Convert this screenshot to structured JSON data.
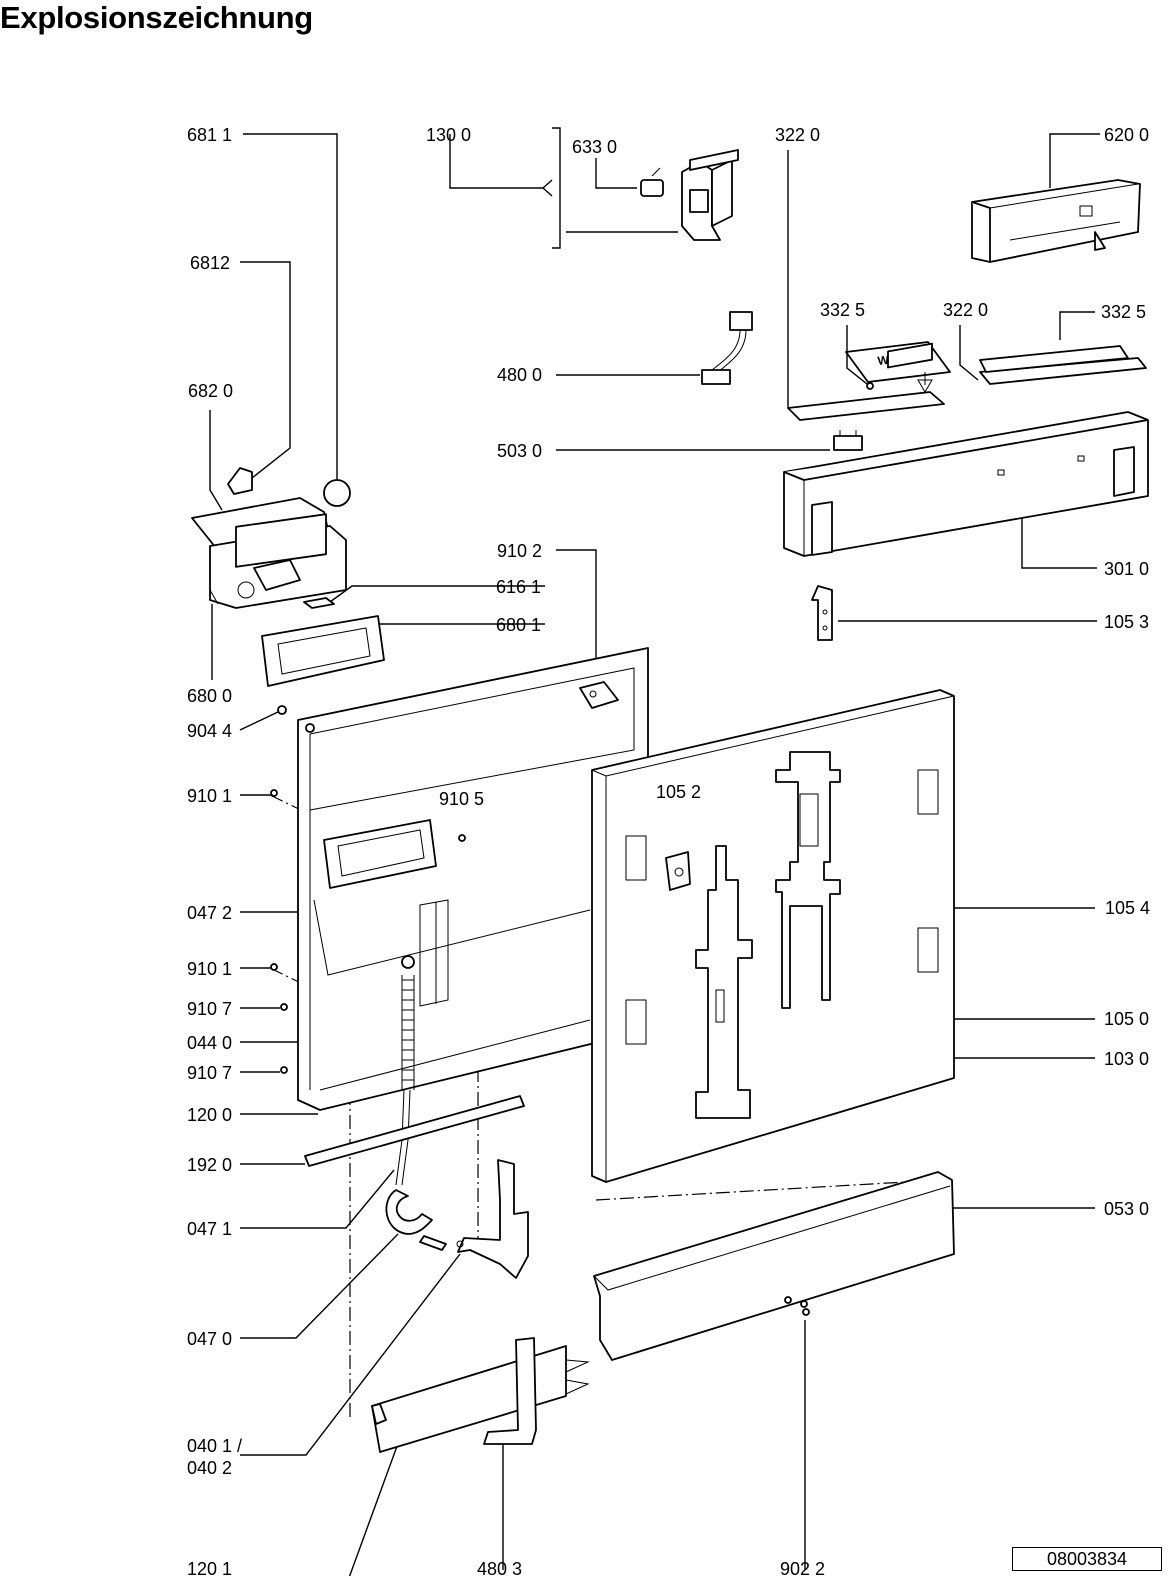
{
  "title": "Explosionszeichnung",
  "doc_code": "08003834",
  "brand_mark": "Whirlpool",
  "labels": {
    "l6811": "681 1",
    "l1300": "130 0",
    "l6330": "633 0",
    "l3220a": "322 0",
    "l6200": "620 0",
    "l6812": "6812",
    "l3325a": "332 5",
    "l3220b": "322  0",
    "l3325b": "332  5",
    "l6820": "682 0",
    "l4800": "480 0",
    "l5030": "503  0",
    "l9102": "910 2",
    "l6161": "616 1",
    "l3010": "301 0",
    "l6801": "680 1",
    "l1053": "105 3",
    "l6800": "680 0",
    "l9044": "904 4",
    "l9101a": "910 1",
    "l9105": "910 5",
    "l1052": "105 2",
    "l0472": "047 2",
    "l1054": "105 4",
    "l9101b": "910 1",
    "l9107a": "910 7",
    "l0440": "044 0",
    "l1050": "105 0",
    "l9107b": "910 7",
    "l1030": "103 0",
    "l1200": "120 0",
    "l1920": "192 0",
    "l0471": "047 1",
    "l0530": "053 0",
    "l0470": "047 0",
    "l0401": "040 1 /",
    "l0402": "040 2",
    "l1201": "120 1",
    "l4803": "480 3",
    "l9022": "902 2"
  }
}
